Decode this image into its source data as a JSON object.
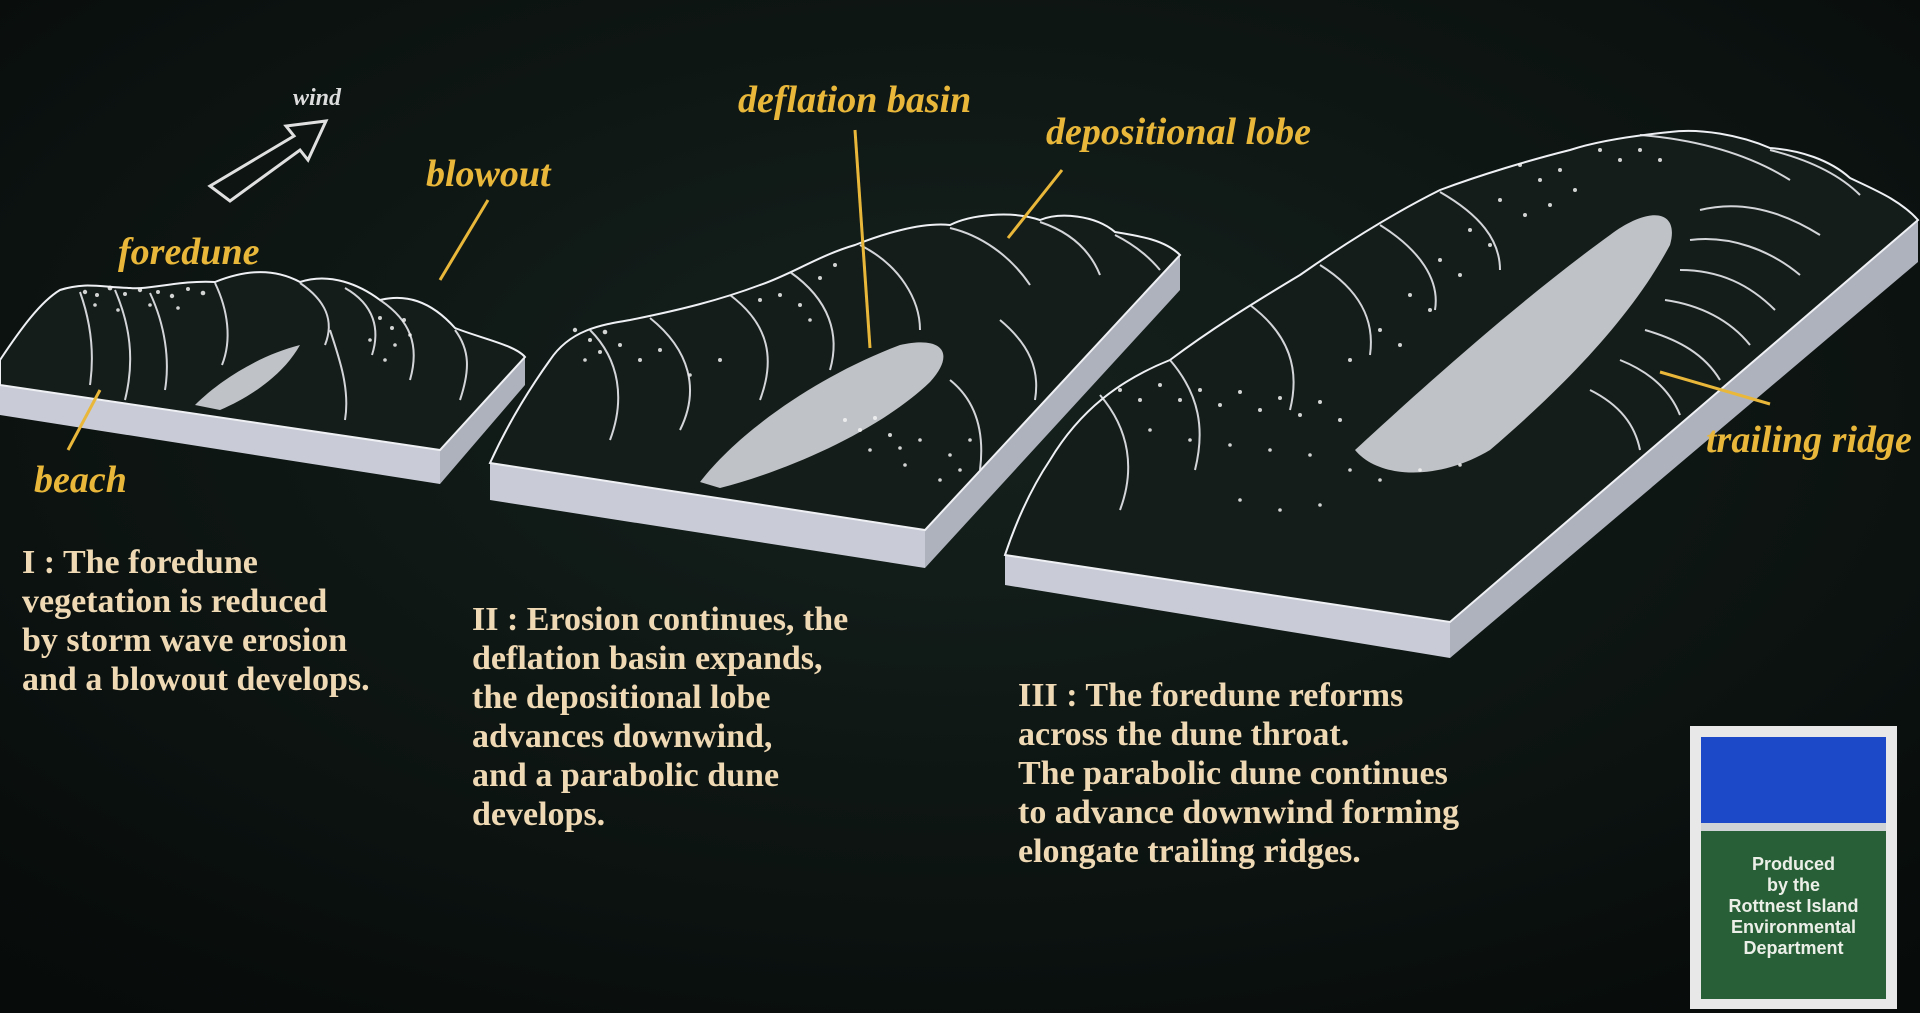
{
  "labels": {
    "wind": "wind",
    "foredune": "foredune",
    "blowout": "blowout",
    "beach": "beach",
    "deflation_basin": "deflation basin",
    "depositional_lobe": "depositional lobe",
    "trailing_ridge": "trailing ridge"
  },
  "captions": {
    "stage1": [
      "I :  The foredune",
      "vegetation is reduced",
      "by storm wave erosion",
      "and a blowout develops."
    ],
    "stage2": [
      "II :  Erosion continues, the",
      "deflation basin expands,",
      "the depositional lobe",
      "advances downwind,",
      "and a parabolic dune",
      "develops."
    ],
    "stage3": [
      "III :  The foredune reforms",
      "across the dune throat.",
      "The parabolic dune continues",
      "to advance downwind forming",
      "elongate trailing ridges."
    ]
  },
  "logo": {
    "lines": [
      "Produced",
      "by the",
      "Rottnest Island",
      "Environmental",
      "Department"
    ]
  },
  "colors": {
    "background": "#0c1412",
    "label": "#e9b83a",
    "caption": "#efd9b4",
    "block_side": "#c9ccd6",
    "dune_surface": "#151d1a",
    "logo_blue": "#1c49c8",
    "logo_green": "#285f36"
  }
}
